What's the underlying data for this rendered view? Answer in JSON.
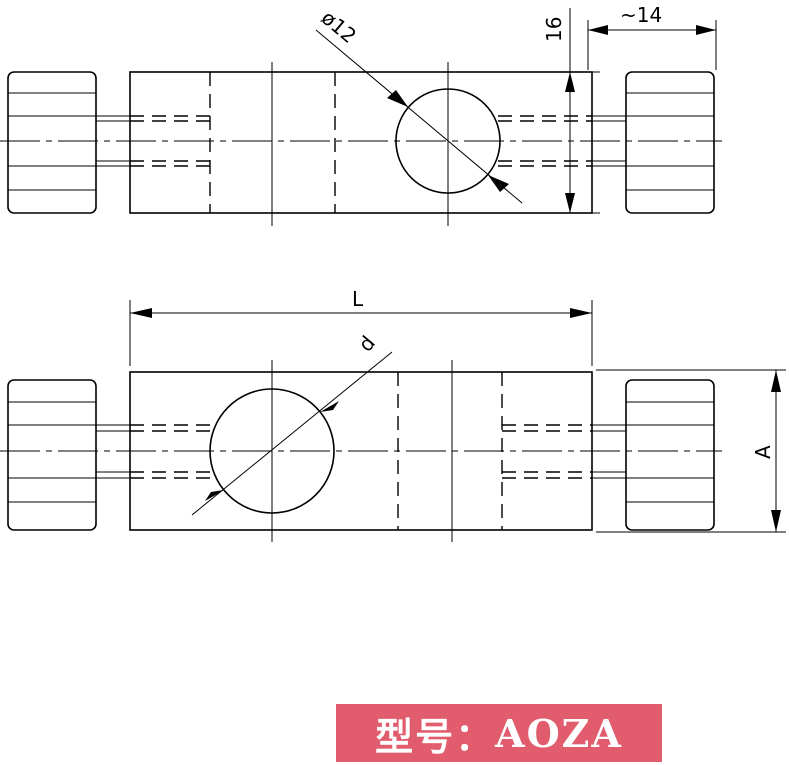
{
  "dimensions": {
    "hole_top": "ø12",
    "height_top": "16",
    "knob_width": "~14",
    "length": "L",
    "hole_bottom": "d",
    "height_bottom": "A"
  },
  "model": {
    "label": "型号：",
    "code": "AOZA"
  },
  "colors": {
    "badge_bg": "#e15d6e",
    "badge_text": "#ffffff",
    "line": "#000000"
  }
}
